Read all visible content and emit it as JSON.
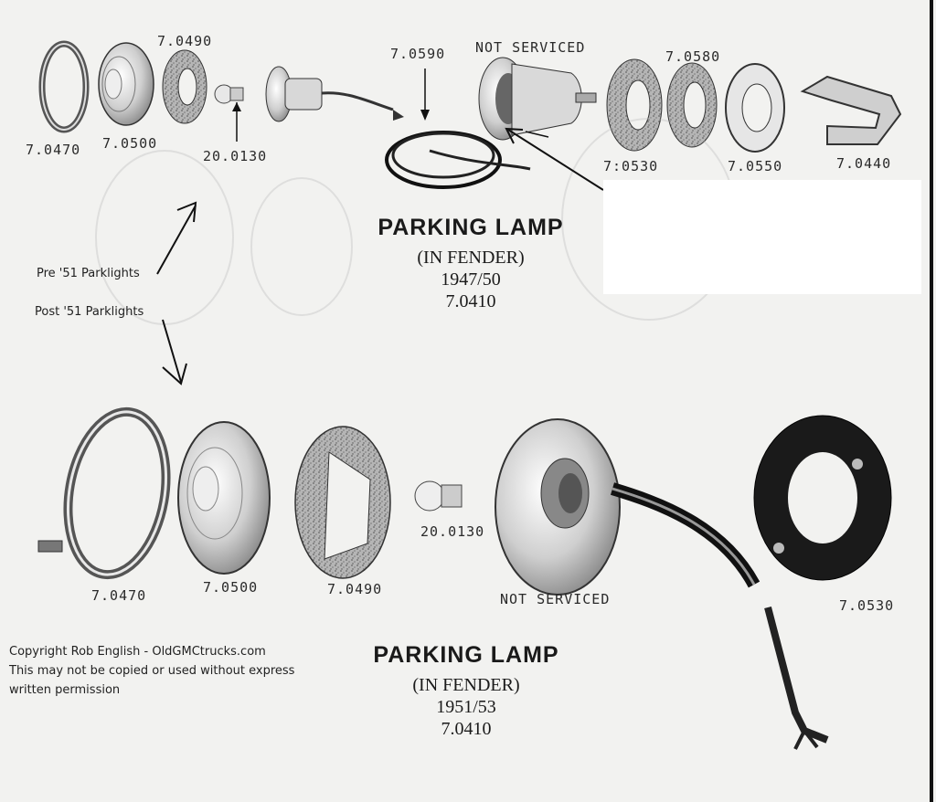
{
  "top_diagram": {
    "title": "PARKING LAMP",
    "subtitle": "(IN FENDER)",
    "years": "1947/50",
    "number": "7.0410",
    "parts": {
      "bezel": "7.0470",
      "lens": "7.0500",
      "gasket": "7.0490",
      "bulb": "20.0130",
      "socket_wire": "7.0590",
      "housing": "NOT SERVICED",
      "gasket_a": "7.0580",
      "gasket_b": "7:0530",
      "retainer": "7.0550",
      "bracket": "7.0440"
    }
  },
  "bottom_diagram": {
    "title": "PARKING LAMP",
    "subtitle": "(IN FENDER)",
    "years": "1951/53",
    "number": "7.0410",
    "parts": {
      "bezel": "7.0470",
      "lens": "7.0500",
      "gasket": "7.0490",
      "bulb": "20.0130",
      "housing": "NOT SERVICED",
      "gasket_ring": "7.0530"
    }
  },
  "annotations": {
    "pre51": "Pre '51 Parklights",
    "post51": "Post '51 Parklights"
  },
  "copyright": {
    "line1": "Copyright Rob English - OldGMCtrucks.com",
    "line2": "This may not be copied or used without express",
    "line3": "written permission"
  }
}
